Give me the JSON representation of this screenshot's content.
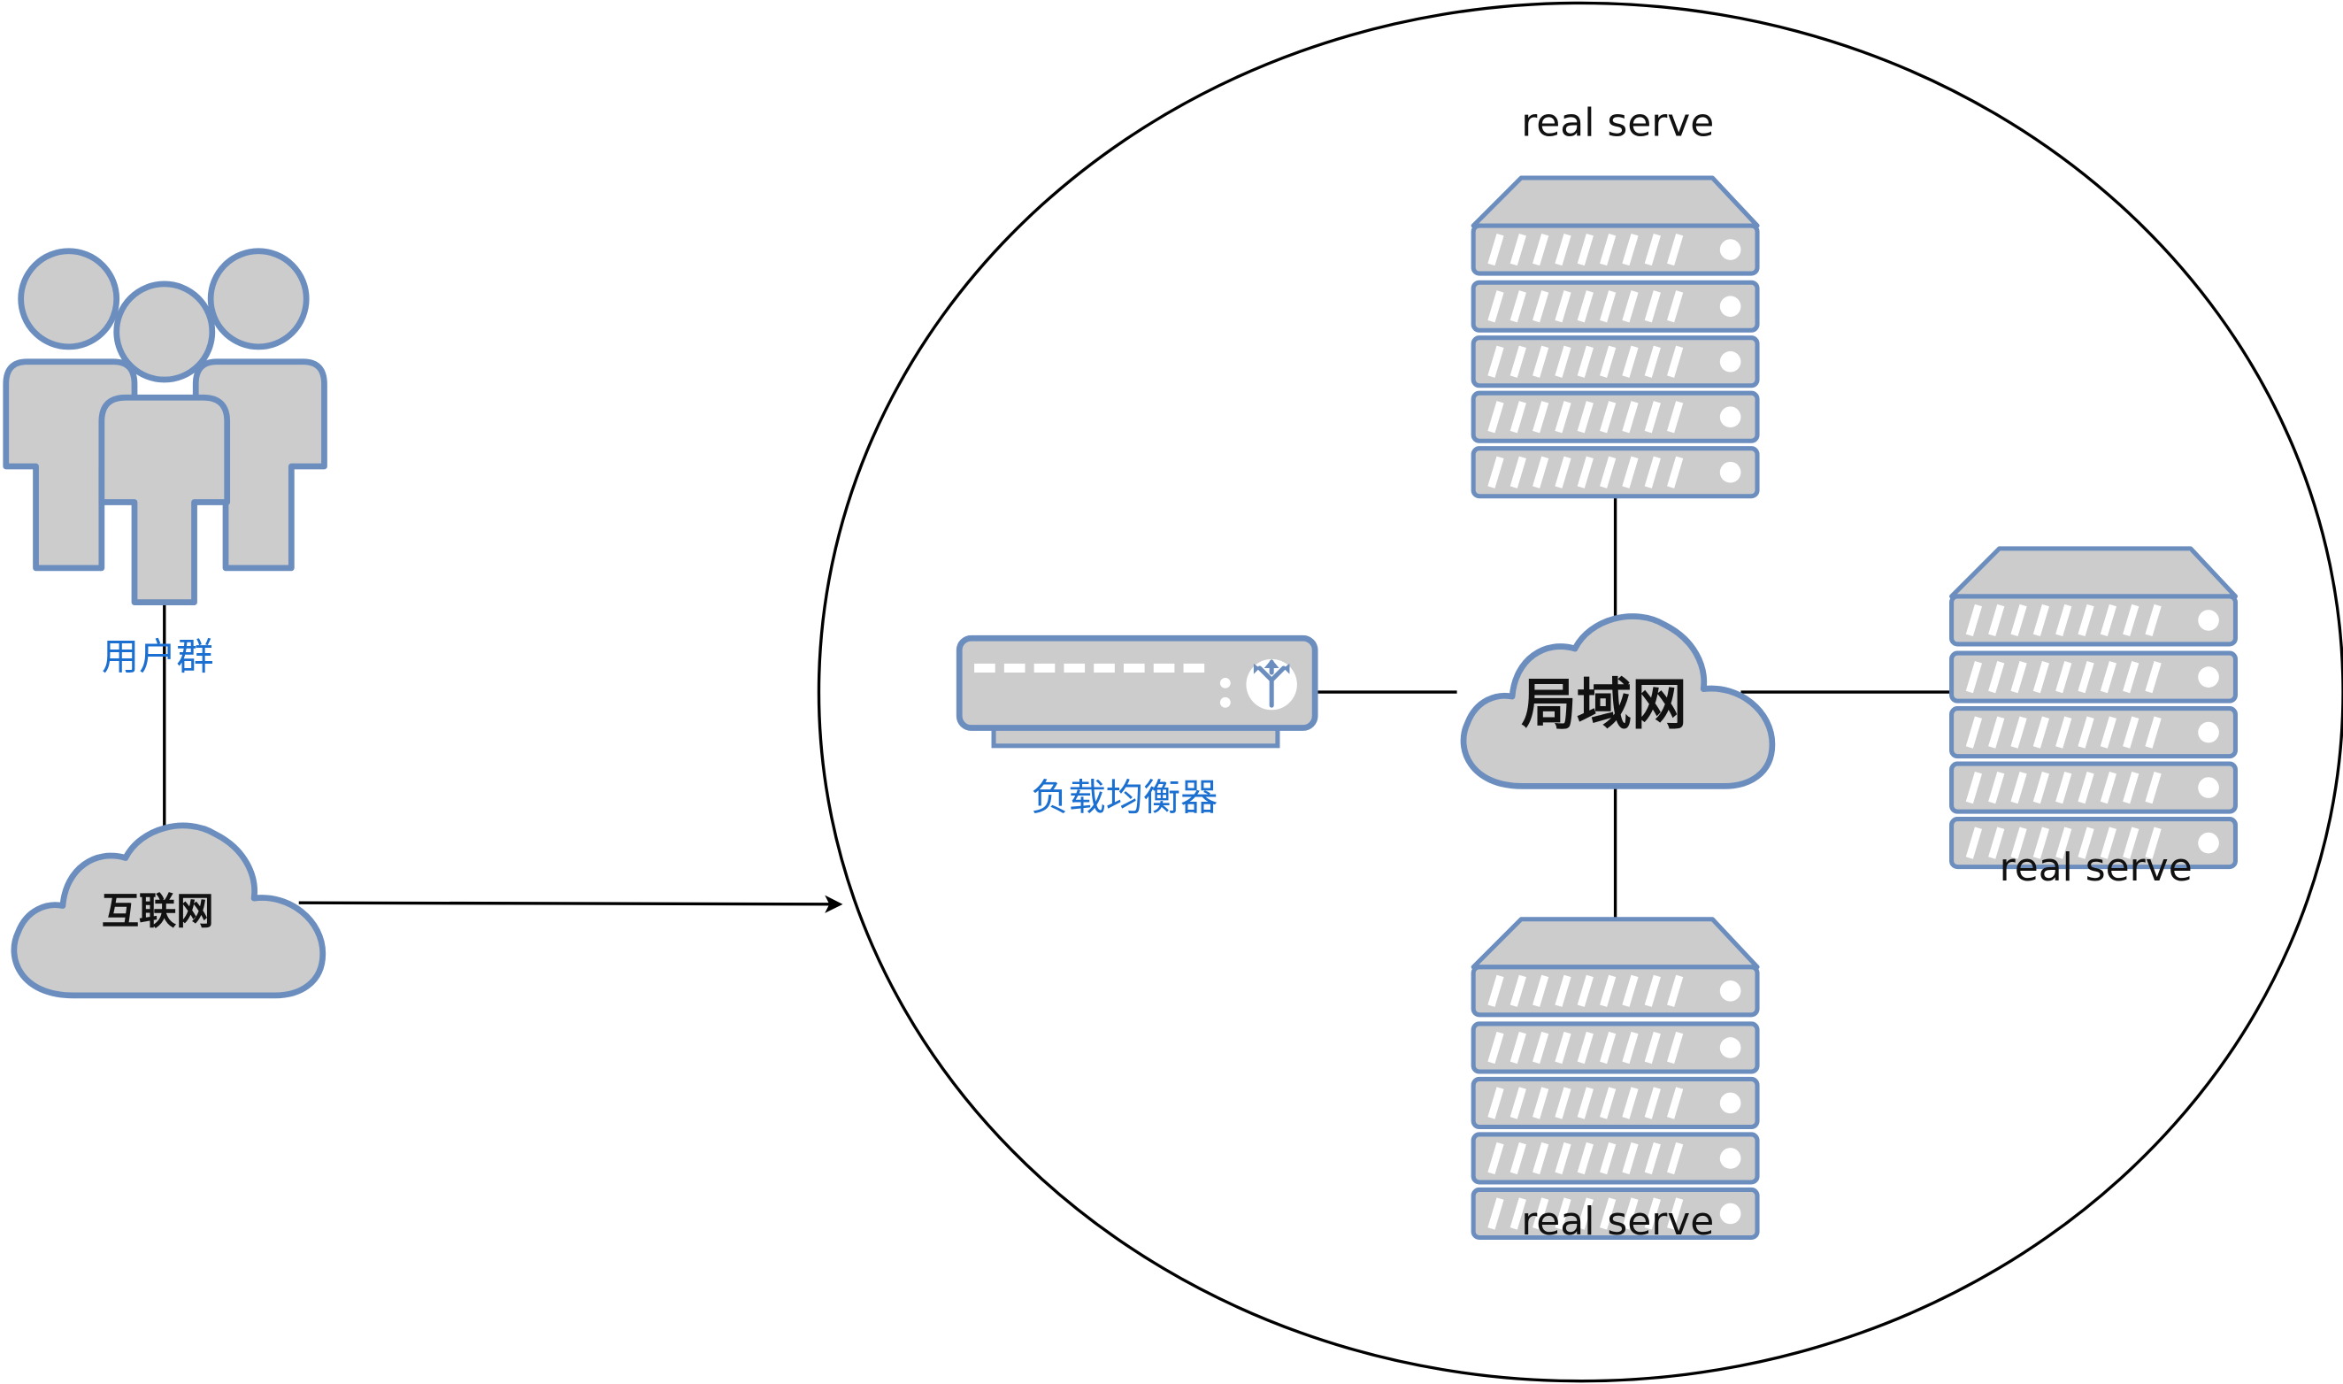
{
  "nodes": {
    "users": {
      "label": "用户群",
      "icon": "users-icon"
    },
    "internet": {
      "label": "互联网",
      "icon": "cloud-icon"
    },
    "lan": {
      "label": "局域网",
      "icon": "cloud-icon"
    },
    "load_balancer": {
      "label": "负载均衡器",
      "icon": "load-balancer-icon"
    },
    "server_top": {
      "label": "real serve",
      "icon": "server-rack-icon"
    },
    "server_right": {
      "label": "real serve",
      "icon": "server-rack-icon"
    },
    "server_bottom": {
      "label": "real serve",
      "icon": "server-rack-icon"
    }
  },
  "edges": [
    {
      "from": "users",
      "to": "internet",
      "arrow": false
    },
    {
      "from": "internet",
      "to": "lan-zone",
      "arrow": true
    },
    {
      "from": "load_balancer",
      "to": "lan",
      "arrow": false
    },
    {
      "from": "server_top",
      "to": "lan",
      "arrow": false
    },
    {
      "from": "server_right",
      "to": "lan",
      "arrow": false
    },
    {
      "from": "server_bottom",
      "to": "lan",
      "arrow": false
    }
  ],
  "colors": {
    "icon_fill": "#cccccc",
    "icon_stroke": "#6c8ebf",
    "label_blue": "#1a6fd0",
    "line": "#000000"
  }
}
